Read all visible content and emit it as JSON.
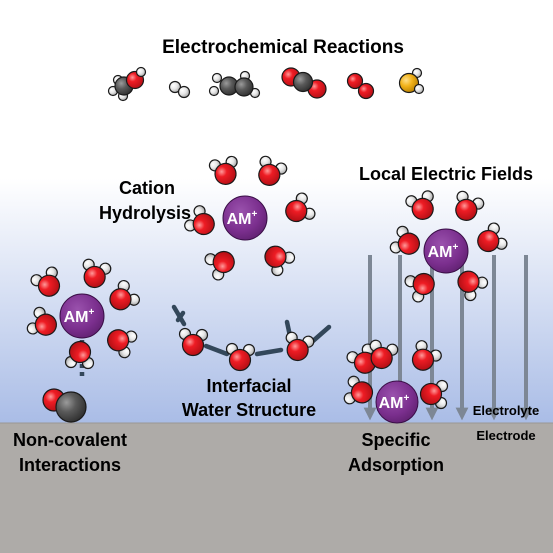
{
  "title": "Electrochemical Reactions",
  "labels": {
    "cation_hydrolysis_line1": "Cation",
    "cation_hydrolysis_line2": "Hydrolysis",
    "local_electric_fields": "Local Electric Fields",
    "interfacial_line1": "Interfacial",
    "interfacial_line2": "Water Structure",
    "noncovalent_line1": "Non-covalent",
    "noncovalent_line2": "Interactions",
    "specific_line1": "Specific",
    "specific_line2": "Adsorption",
    "electrolyte": "Electrolyte",
    "electrode": "Electrode"
  },
  "cation_label": {
    "symbol": "AM",
    "charge": "+"
  },
  "colors": {
    "background_top": "#ffffff",
    "background_bottom": "#a9bce6",
    "electrode": "#aeaba8",
    "cation": "#7b2f8e",
    "oxygen": "#ee1c24",
    "hydrogen": "#d9d9d9",
    "carbon": "#5a5a5a",
    "sulfur": "#f2b31b",
    "hbond": "#33475a",
    "field_arrow": "#7d8795"
  }
}
